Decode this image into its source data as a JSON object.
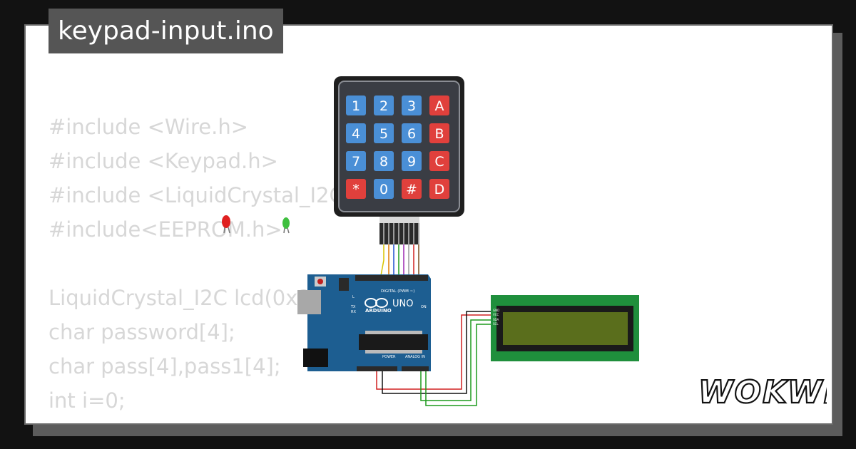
{
  "title": "keypad-input.ino",
  "code_lines": [
    "#include <Wire.h>",
    "#include <Keypad.h>",
    "#include <LiquidCrystal_I2C",
    "#include<EEPROM.h>",
    "",
    "LiquidCrystal_I2C lcd(0x2",
    "char password[4];",
    "char pass[4],pass1[4];",
    "int i=0;"
  ],
  "keypad": {
    "keys": [
      [
        "1",
        "2",
        "3",
        "A"
      ],
      [
        "4",
        "5",
        "6",
        "B"
      ],
      [
        "7",
        "8",
        "9",
        "C"
      ],
      [
        "*",
        "0",
        "#",
        "D"
      ]
    ],
    "digit_color": "#4a8fd6",
    "letter_color": "#e0403c"
  },
  "arduino": {
    "brand": "ARDUINO",
    "model": "UNO",
    "labels": {
      "digital": "DIGITAL (PWM ~)",
      "power": "POWER",
      "analog": "ANALOG IN",
      "tx": "TX",
      "rx": "RX",
      "on": "ON",
      "l": "L"
    }
  },
  "lcd": {
    "pins": [
      "GND",
      "VCC",
      "SDA",
      "SCL"
    ],
    "screen_color": "#5a6e1c",
    "board_color": "#1f8f3c"
  },
  "logo_text": "WOKWi",
  "colors": {
    "background": "#121212",
    "tab": "#555555",
    "code_text": "#d7d7d7",
    "arduino_blue": "#1d5e91"
  }
}
